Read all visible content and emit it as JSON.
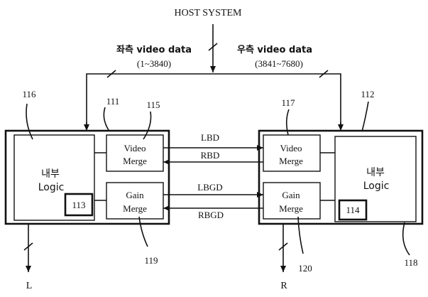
{
  "host_system": "HOST SYSTEM",
  "left_data": {
    "title": "좌측 video data",
    "range": "(1~3840)"
  },
  "right_data": {
    "title": "우측 video data",
    "range": "(3841~7680)"
  },
  "left_unit": {
    "ref_unit": "111",
    "ref_logic": "116",
    "ref_video_merge": "115",
    "ref_gain_merge": "119",
    "logic_label_ko": "내부",
    "logic_label_en": "Logic",
    "logic_ref_box": "113",
    "video_merge": [
      "Video",
      "Merge"
    ],
    "gain_merge": [
      "Gain",
      "Merge"
    ],
    "output": "L"
  },
  "right_unit": {
    "ref_unit": "112",
    "ref_logic": "118",
    "ref_video_merge": "117",
    "ref_gain_merge": "120",
    "logic_label_ko": "내부",
    "logic_label_en": "Logic",
    "logic_ref_box": "114",
    "video_merge": [
      "Video",
      "Merge"
    ],
    "gain_merge": [
      "Gain",
      "Merge"
    ],
    "output": "R"
  },
  "signals": {
    "lbd": "LBD",
    "rbd": "RBD",
    "lbgd": "LBGD",
    "rbgd": "RBGD"
  }
}
